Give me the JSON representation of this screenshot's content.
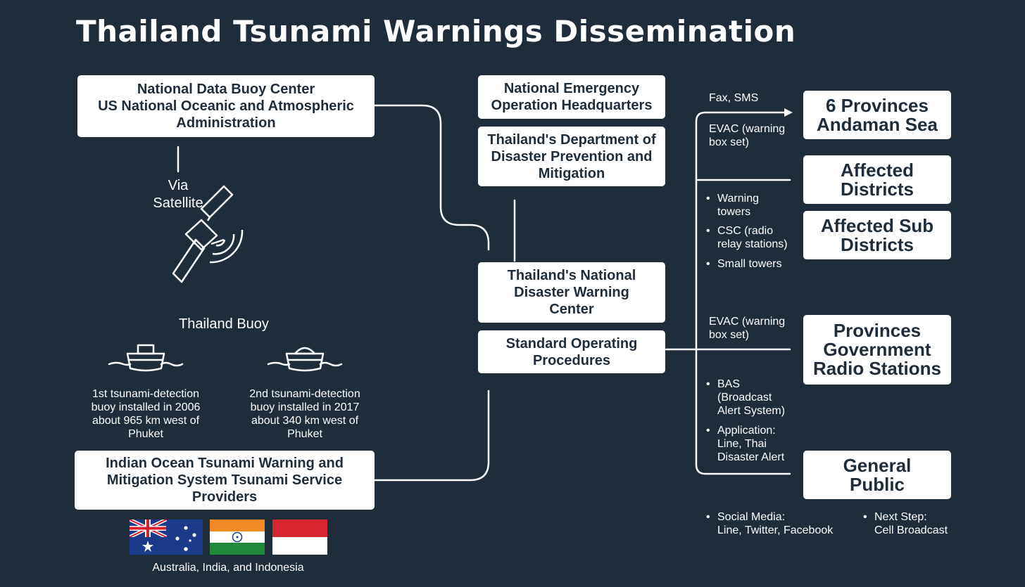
{
  "title": "Thailand Tsunami Warnings Dissemination",
  "boxes": {
    "ndbc": "National Data Buoy Center\nUS National Oceanic and Atmospheric\nAdministration",
    "neoh": "National Emergency\nOperation Headquarters",
    "ddpm": "Thailand's Department of\nDisaster Prevention and\nMitigation",
    "ndwc": "Thailand's National\nDisaster Warning\nCenter",
    "sop": "Standard Operating\nProcedures",
    "iotws": "Indian Ocean Tsunami Warning and\nMitigation System Tsunami Service\nProviders",
    "provinces_andaman": "6 Provinces\nAndaman Sea",
    "affected_districts": "Affected\nDistricts",
    "affected_sub_districts": "Affected Sub\nDistricts",
    "provinces_radio": "Provinces\nGovernment\nRadio Stations",
    "general_public": "General\nPublic"
  },
  "labels": {
    "via_satellite": "Via\nSatellite",
    "thailand_buoy": "Thailand Buoy",
    "buoy1": "1st tsunami-detection\nbuoy installed in 2006\nabout 965 km west of\nPhuket",
    "buoy2": "2nd tsunami-detection\nbuoy installed in 2017\nabout 340 km west of\nPhuket",
    "flags_caption": "Australia, India, and Indonesia",
    "fax_sms": "Fax, SMS",
    "evac1": "EVAC (warning\nbox set)",
    "evac2": "EVAC (warning\nbox set)"
  },
  "bullets": {
    "district_channels": [
      "Warning\ntowers",
      "CSC (radio\nrelay stations)",
      "Small towers"
    ],
    "public_channels": [
      "BAS\n(Broadcast\nAlert System)",
      "Application:\nLine, Thai\nDisaster Alert"
    ],
    "social_media": "Social Media:\nLine, Twitter, Facebook",
    "next_step": "Next Step:\nCell Broadcast"
  },
  "icons": [
    "satellite-icon",
    "buoy-icon",
    "buoy-icon",
    "australia-flag-icon",
    "india-flag-icon",
    "indonesia-flag-icon"
  ],
  "colors": {
    "background": "#1f2d3b",
    "box": "#ffffff",
    "box_text": "#1f2d3b",
    "line": "#ffffff"
  }
}
